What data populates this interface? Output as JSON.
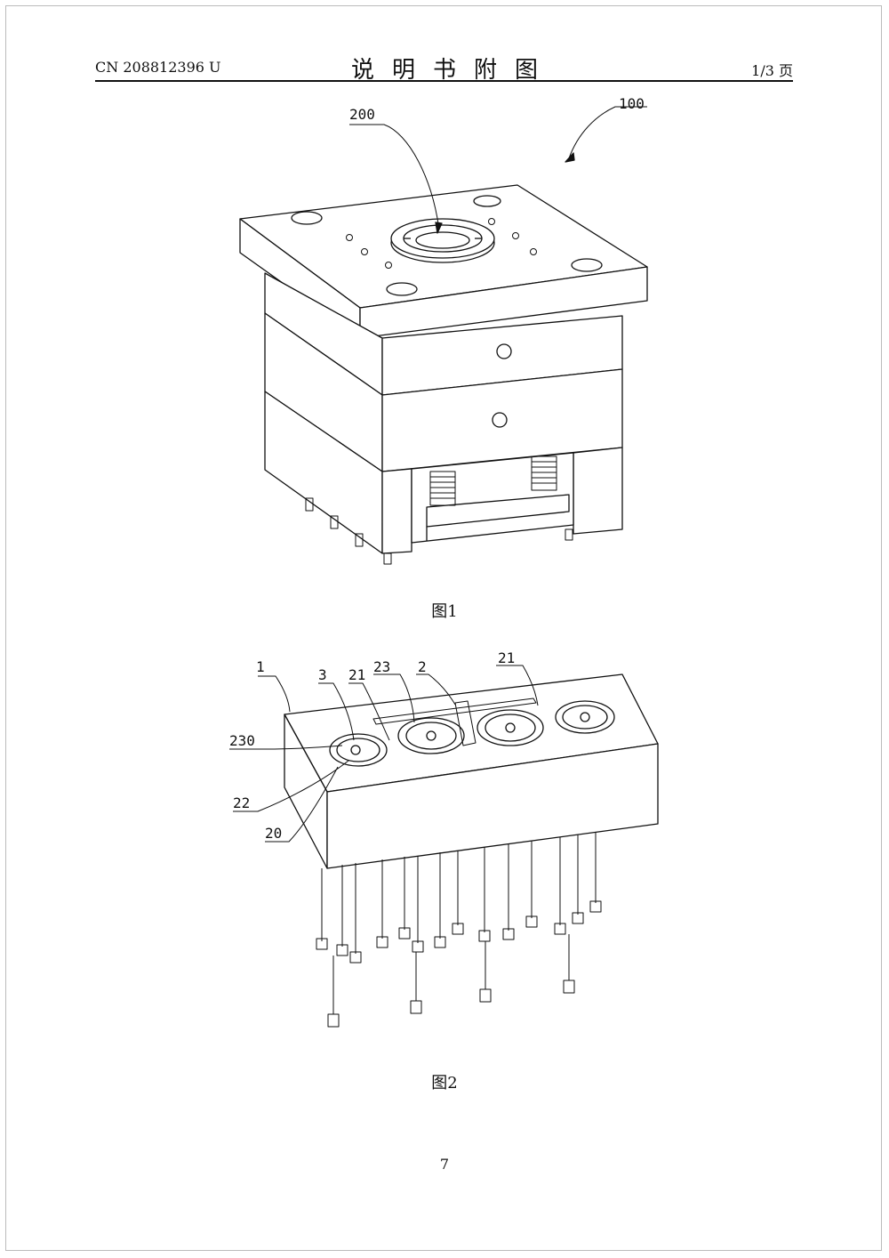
{
  "header": {
    "publication_number": "CN 208812396 U",
    "title": "说明书附图",
    "page_of": "1/3 页"
  },
  "figure1": {
    "caption": "图1",
    "labels": [
      "200",
      "100"
    ]
  },
  "figure2": {
    "caption": "图2",
    "labels": [
      "1",
      "3",
      "21",
      "23",
      "2",
      "21",
      "230",
      "22",
      "20"
    ]
  },
  "page_number": "7"
}
